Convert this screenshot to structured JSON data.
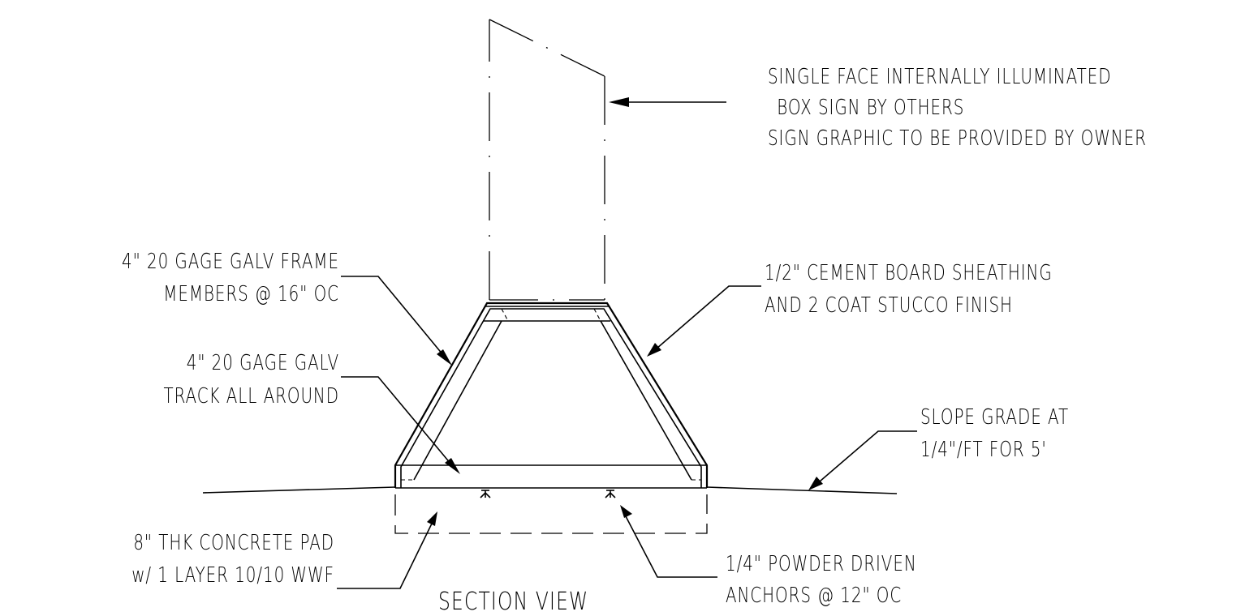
{
  "notes": {
    "sign_box": [
      "SINGLE FACE INTERNALLY ILLUMINATED",
      " BOX SIGN BY OTHERS",
      "SIGN GRAPHIC TO BE PROVIDED BY OWNER"
    ],
    "frame_members": [
      "4\" 20 GAGE GALV FRAME",
      "MEMBERS @ 16\" OC"
    ],
    "sheathing": [
      "1/2\" CEMENT BOARD SHEATHING",
      "AND 2 COAT STUCCO FINISH"
    ],
    "track": [
      "4\" 20 GAGE GALV",
      "TRACK ALL AROUND"
    ],
    "slope": [
      "SLOPE GRADE AT",
      "1/4\"/FT FOR 5'"
    ],
    "pad": [
      "8\" THK CONCRETE PAD",
      "w/ 1 LAYER 10/10 WWF"
    ],
    "anchors": [
      "1/4\" POWDER DRIVEN",
      "ANCHORS @ 12\" OC"
    ]
  },
  "title": "SECTION VIEW"
}
